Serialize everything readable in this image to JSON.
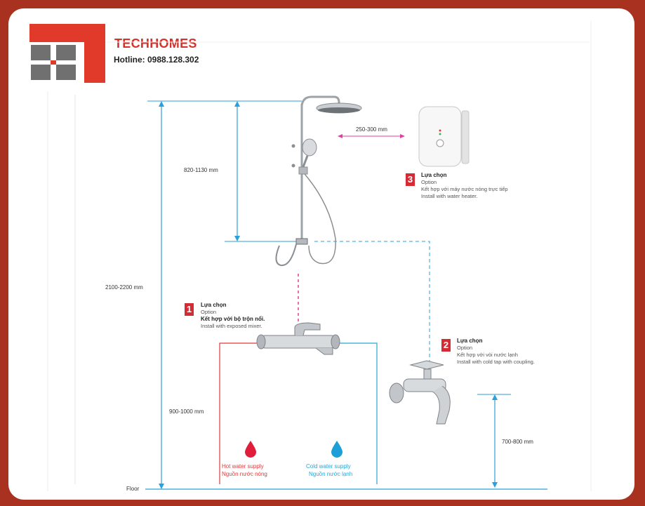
{
  "brand": {
    "name": "TECHHOMES",
    "hotline": "Hotline: 0988.128.302"
  },
  "dimensions": {
    "total_height": "2100-2200 mm",
    "head_to_outlet": "820-1130 mm",
    "heater_offset": "250-300 mm",
    "mixer_height": "900-1000 mm",
    "tap_height": "700-800 mm",
    "floor": "Floor"
  },
  "options": [
    {
      "number": "1",
      "title": "Lựa chọn",
      "subtitle": "Option",
      "vn": "Kết hợp với bộ trộn nổi.",
      "en": "Install with exposed mixer."
    },
    {
      "number": "2",
      "title": "Lựa chọn",
      "subtitle": "Option",
      "vn": "Kết hợp với vòi nước lạnh",
      "en": "Install with cold tap with coupling."
    },
    {
      "number": "3",
      "title": "Lựa chọn",
      "subtitle": "Option",
      "vn": "Kết hợp với máy nước nóng trực tiếp",
      "en": "Install with water heater."
    }
  ],
  "supply": {
    "hot_en": "Hot water supply",
    "hot_vn": "Nguồn nước nóng",
    "cold_en": "Cold water supply",
    "cold_vn": "Nguồn nước lạnh"
  },
  "colors": {
    "frame": "#a8311f",
    "brand_red": "#d6312a",
    "dimension_blue": "#2aa0dc",
    "option_pink": "#e03ea0",
    "hot_red": "#e23a3a",
    "cold_blue": "#27a6d8"
  },
  "icons": [
    "logo-grid-icon",
    "shower-head-icon",
    "hand-shower-icon",
    "water-heater-icon",
    "exposed-mixer-icon",
    "cold-tap-icon",
    "hot-water-drop-icon",
    "cold-water-drop-icon"
  ]
}
